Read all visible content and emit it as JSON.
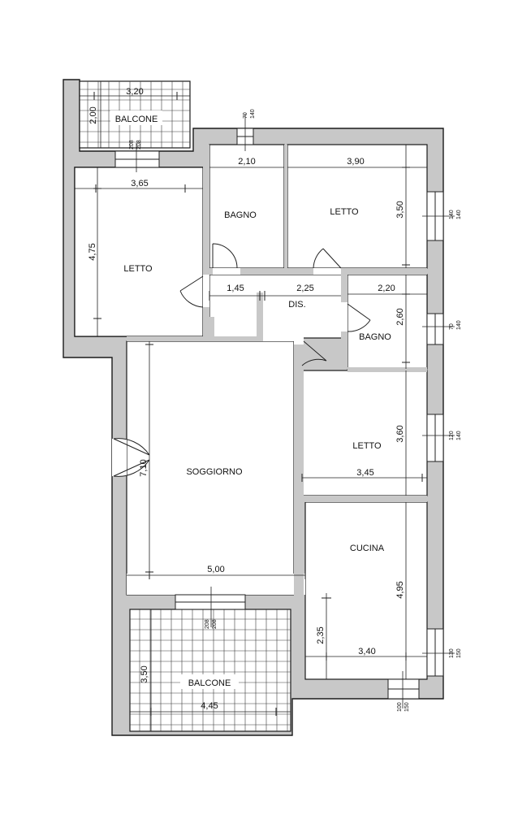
{
  "rooms": {
    "balcone_top": "BALCONE",
    "letto_left": "LETTO",
    "bagno_top": "BAGNO",
    "letto_top_right": "LETTO",
    "dis": "DIS.",
    "bagno_right": "BAGNO",
    "letto_right": "LETTO",
    "soggiorno": "SOGGIORNO",
    "cucina": "CUCINA",
    "balcone_bottom": "BALCONE"
  },
  "dimensions": {
    "balcone_top_w": "3,20",
    "balcone_top_h": "2,00",
    "letto_left_w": "3,65",
    "letto_left_h": "4,75",
    "bagno_top_w": "2,10",
    "letto_top_right_w": "3,90",
    "letto_top_right_h": "3,50",
    "dis_a": "1,45",
    "dis_b": "2,25",
    "bagno_right_w": "2,20",
    "bagno_right_h": "2,60",
    "letto_right_h": "3,60",
    "letto_right_w": "3,45",
    "soggiorno_h": "7,10",
    "soggiorno_w": "5,00",
    "cucina_h": "4,95",
    "cucina_sub_h": "2,35",
    "cucina_w": "3,40",
    "balcone_bottom_h": "3,50",
    "balcone_bottom_w": "4,45"
  },
  "openings": {
    "w_top_a": "70",
    "w_top_b": "140",
    "w_bal1_a": "208",
    "w_bal1_b": "208",
    "w_r1_a": "140",
    "w_r1_b": "140",
    "w_r2_a": "70",
    "w_r2_b": "140",
    "w_r3_a": "120",
    "w_r3_b": "140",
    "w_bal2_a": "208",
    "w_bal2_b": "208",
    "w_r4_a": "130",
    "w_r4_b": "150",
    "w_bot_a": "100",
    "w_bot_b": "150"
  }
}
